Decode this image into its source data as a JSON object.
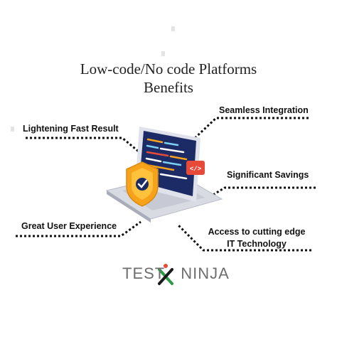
{
  "title": {
    "line1": "Low-code/No code Platforms",
    "line2": "Benefits"
  },
  "benefits": {
    "lightening": "Lightening Fast Result",
    "seamless": "Seamless Integration",
    "savings": "Significant Savings",
    "ux": "Great User Experience",
    "access_line1": "Access to cutting edge",
    "access_line2": "IT Technology"
  },
  "screen": {
    "badge": "</>"
  },
  "logo": {
    "left": "TEST",
    "right": "NINJA"
  },
  "colors": {
    "accent_orange": "#f7a21b",
    "accent_red": "#e84a3a",
    "screen_blue": "#1c2b66",
    "logo_green": "#2e9a47"
  }
}
